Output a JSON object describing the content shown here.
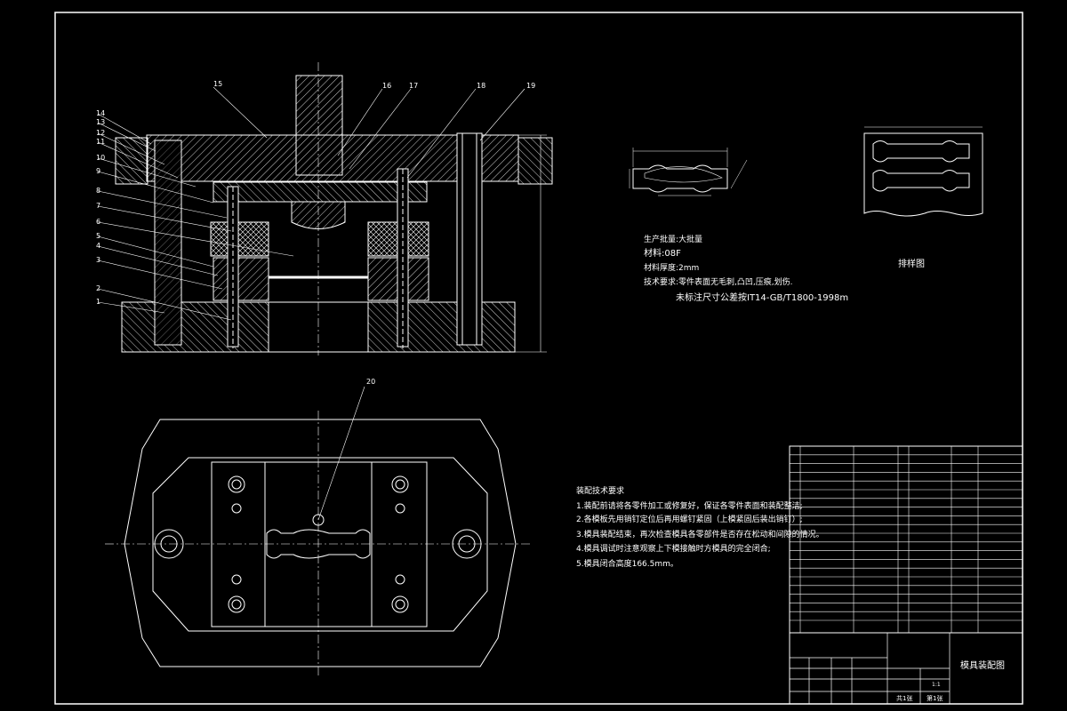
{
  "part_numbers": [
    "1",
    "2",
    "3",
    "4",
    "5",
    "6",
    "7",
    "8",
    "9",
    "10",
    "11",
    "12",
    "13",
    "14",
    "15",
    "16",
    "17",
    "18",
    "19",
    "20"
  ],
  "production_notes": {
    "line1": "生产批量:大批量",
    "line2": "材料:08F",
    "line3": "材料厚度:2mm",
    "line4": "技术要求:零件表面无毛刺,凸凹,压痕,划伤.",
    "line5": "未标注尺寸公差按IT14-GB/T1800-1998m"
  },
  "blank_layout_label": "排样图",
  "assembly_requirements": {
    "title": "装配技术要求",
    "items": [
      "1.装配前请将各零件加工或修复好，保证各零件表面和装配整洁;",
      "2.各模板先用销钉定位后再用螺钉紧固（上模紧固后装出销钉）;",
      "3.模具装配结束，再次检查模具各零部件是否存在松动和间隙的情况。",
      "4.模具调试时注意观察上下模接触时方模具的完全闭合;",
      "5.模具闭合高度166.5mm。"
    ]
  },
  "title_block": {
    "drawing_title": "模具装配图",
    "sheet_total": "共1张",
    "sheet_number": "第1张",
    "scale": "1:1"
  },
  "bom_rows_count": 20,
  "colors": {
    "bg": "#000000",
    "line": "#ffffff",
    "hatch": "#ffffff",
    "dim": "#ffffff"
  }
}
